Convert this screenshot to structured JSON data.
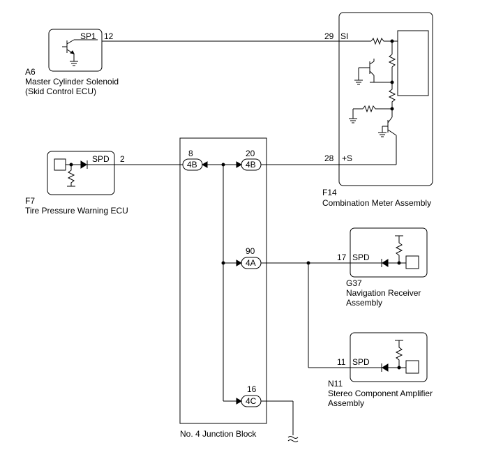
{
  "components": {
    "a6": {
      "code": "A6",
      "name": "Master Cylinder Solenoid",
      "sub": "(Skid Control ECU)",
      "terminal": "SP1",
      "pin": "12"
    },
    "f7": {
      "code": "F7",
      "name": "Tire Pressure Warning ECU",
      "terminal": "SPD",
      "pin": "2"
    },
    "f14": {
      "code": "F14",
      "name": "Combination Meter Assembly",
      "terminal_si": "SI",
      "pin_si": "29",
      "terminal_s": "+S",
      "pin_s": "28"
    },
    "g37": {
      "code": "G37",
      "name_line1": "Navigation Receiver",
      "name_line2": "Assembly",
      "terminal": "SPD",
      "pin": "17"
    },
    "n11": {
      "code": "N11",
      "name_line1": "Stereo Component Amplifier",
      "name_line2": "Assembly",
      "terminal": "SPD",
      "pin": "11"
    },
    "junction_block": {
      "name": "No. 4 Junction Block",
      "connectors": [
        {
          "id": "4B-left",
          "connector": "4B",
          "pin": "8"
        },
        {
          "id": "4B-right",
          "connector": "4B",
          "pin": "20"
        },
        {
          "id": "4A",
          "connector": "4A",
          "pin": "90"
        },
        {
          "id": "4C",
          "connector": "4C",
          "pin": "16"
        }
      ]
    }
  }
}
